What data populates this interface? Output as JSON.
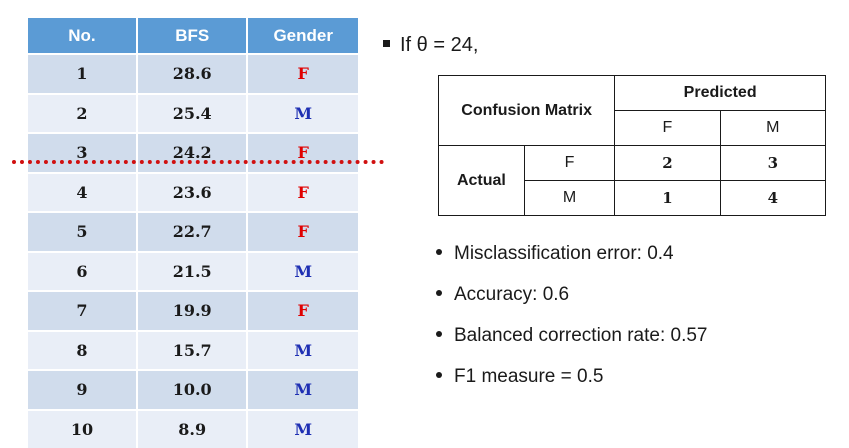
{
  "data_table": {
    "headers": [
      "No.",
      "BFS",
      "Gender"
    ],
    "rows": [
      {
        "no": "1",
        "bfs": "28.6",
        "gender": "F"
      },
      {
        "no": "2",
        "bfs": "25.4",
        "gender": "M"
      },
      {
        "no": "3",
        "bfs": "24.2",
        "gender": "F"
      },
      {
        "no": "4",
        "bfs": "23.6",
        "gender": "F"
      },
      {
        "no": "5",
        "bfs": "22.7",
        "gender": "F"
      },
      {
        "no": "6",
        "bfs": "21.5",
        "gender": "M"
      },
      {
        "no": "7",
        "bfs": "19.9",
        "gender": "F"
      },
      {
        "no": "8",
        "bfs": "15.7",
        "gender": "M"
      },
      {
        "no": "9",
        "bfs": "10.0",
        "gender": "M"
      },
      {
        "no": "10",
        "bfs": "8.9",
        "gender": "M"
      }
    ]
  },
  "theta_text": "If θ = 24,",
  "confusion_matrix": {
    "title": "Confusion Matrix",
    "predicted_label": "Predicted",
    "actual_label": "Actual",
    "pred_cols": [
      "F",
      "M"
    ],
    "actual_rows": [
      "F",
      "M"
    ],
    "values": [
      [
        "2",
        "3"
      ],
      [
        "1",
        "4"
      ]
    ]
  },
  "metrics": [
    "Misclassification error: 0.4",
    "Accuracy: 0.6",
    "Balanced correction rate: 0.57",
    "F1 measure = 0.5"
  ],
  "colors": {
    "header_bg": "#5b9bd5",
    "female": "#e00000",
    "male": "#1e2fb3",
    "threshold": "#d01010"
  }
}
